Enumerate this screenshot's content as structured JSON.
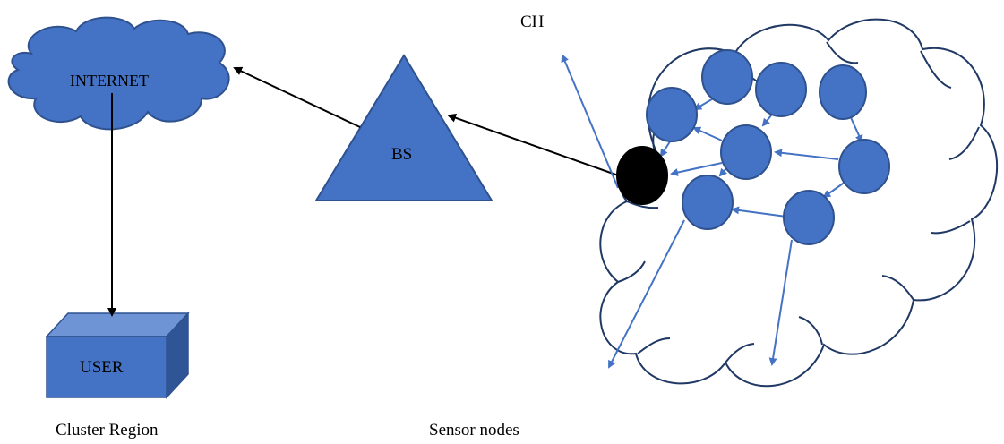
{
  "labels": {
    "internet": "INTERNET",
    "base_station": "BS",
    "user": "USER",
    "cluster_head": "CH",
    "cluster_region": "Cluster Region",
    "sensor_nodes": "Sensor nodes"
  },
  "colors": {
    "node_fill": "#4472C4",
    "node_stroke": "#2F528F",
    "arrow_blue": "#4472C4",
    "cluster_head_fill": "#000000",
    "cloud_outline": "#1F3864",
    "black_arrow": "#000000"
  }
}
